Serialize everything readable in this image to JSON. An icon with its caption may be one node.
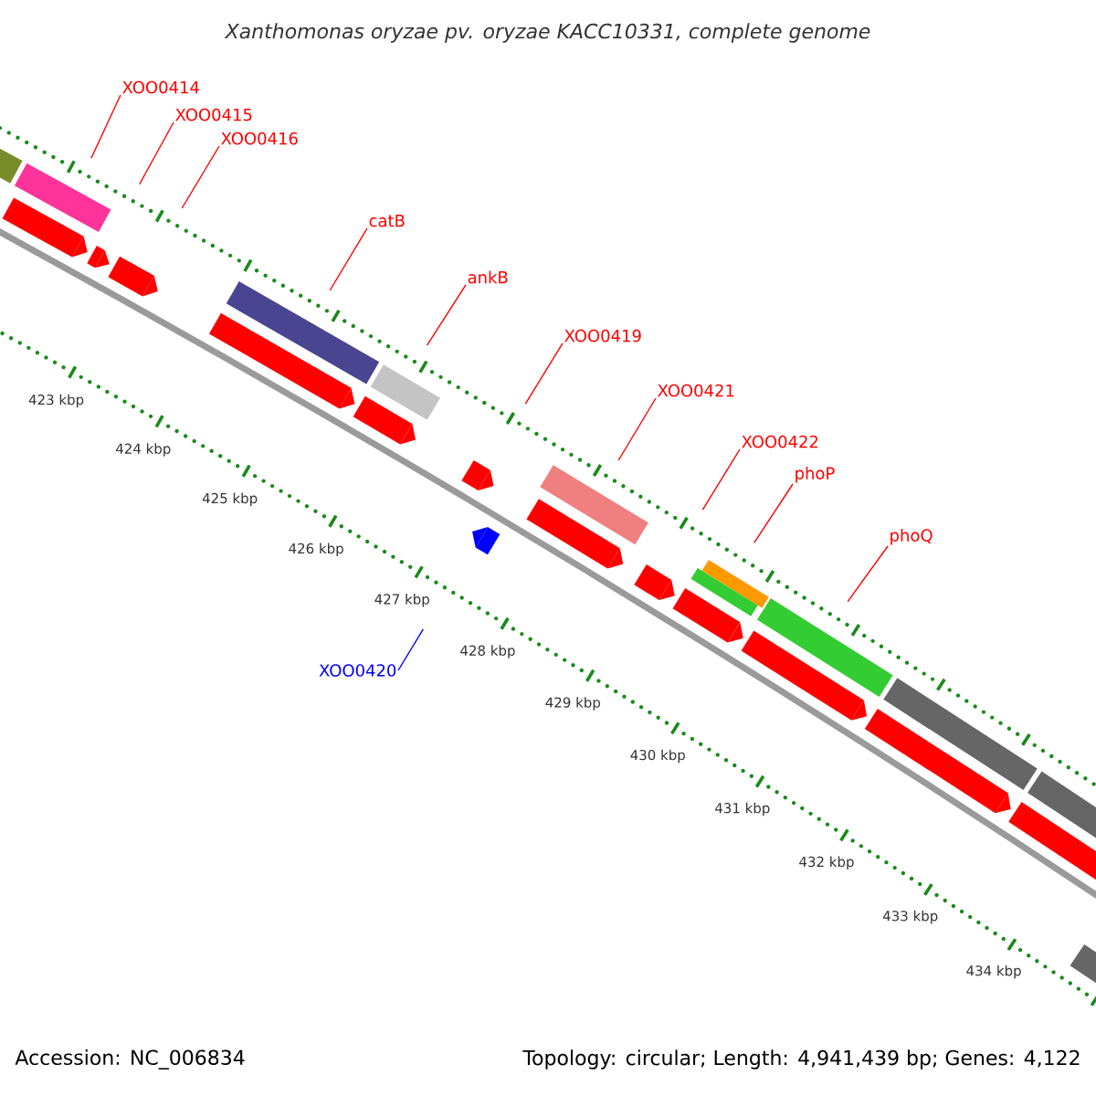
{
  "diagram": {
    "title": "Xanthomonas oryzae pv. oryzae KACC10331, complete genome",
    "nodes": [
      {
        "text": [
          "XOO0414"
        ]
      },
      {
        "text": [
          "XOO0415"
        ]
      },
      {
        "text": [
          "XOO0416"
        ]
      },
      {
        "text": [
          "catB"
        ]
      },
      {
        "text": [
          "ankB"
        ]
      },
      {
        "text": [
          "XOO0419"
        ]
      },
      {
        "text": [
          "XOO0421"
        ]
      },
      {
        "text": [
          "XOO0422"
        ]
      },
      {
        "text": [
          "phoP"
        ]
      },
      {
        "text": [
          "phoQ"
        ]
      },
      {
        "text": [
          "XOO0420"
        ]
      }
    ],
    "edges": [
      {
        "from": 0,
        "to": null,
        "arrow": "none"
      },
      {
        "from": 1,
        "to": null,
        "arrow": "none"
      },
      {
        "from": 2,
        "to": null,
        "arrow": "none"
      },
      {
        "from": 3,
        "to": null,
        "arrow": "none"
      },
      {
        "from": 4,
        "to": null,
        "arrow": "none"
      },
      {
        "from": 5,
        "to": null,
        "arrow": "none"
      },
      {
        "from": 6,
        "to": null,
        "arrow": "none"
      },
      {
        "from": 7,
        "to": null,
        "arrow": "none"
      },
      {
        "from": 8,
        "to": null,
        "arrow": "none"
      },
      {
        "from": 9,
        "to": null,
        "arrow": "none"
      },
      {
        "from": 10,
        "to": null,
        "arrow": "none",
        "color": "#0000ff"
      }
    ],
    "labels": [
      "423 kbp",
      "424 kbp",
      "425 kbp",
      "426 kbp",
      "427 kbp",
      "428 kbp",
      "429 kbp",
      "430 kbp",
      "431 kbp",
      "432 kbp",
      "433 kbp",
      "434 kbp",
      "Accession: NC_006834",
      "Topology: circular; Length: 4,941,439 bp; Genes: 4,122"
    ]
  }
}
